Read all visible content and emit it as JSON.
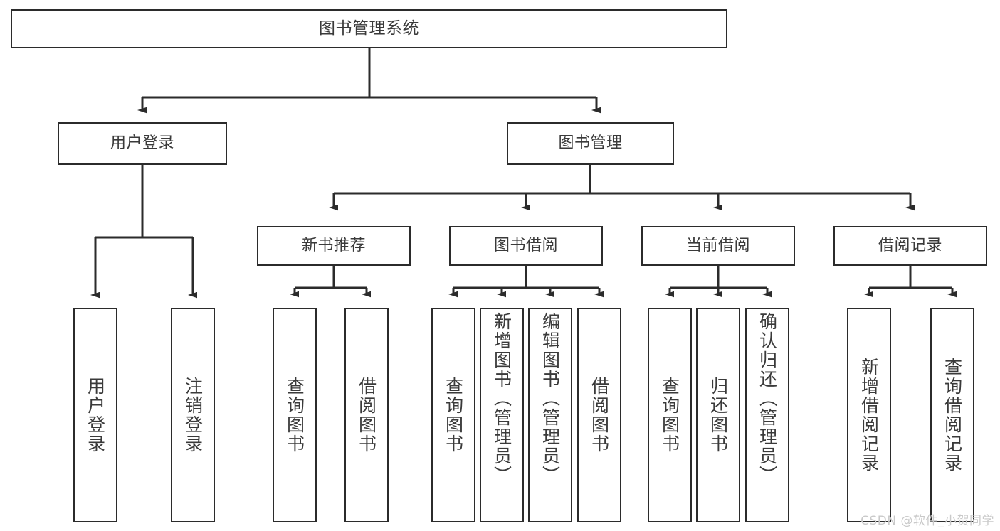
{
  "diagram": {
    "title": "图书管理系统",
    "type": "tree-hierarchy-chart",
    "orientation": "top-down",
    "colors": {
      "background": "#ffffff",
      "node_border": "#2b2b2b",
      "node_fill": "#ffffff",
      "text": "#3a3a3a",
      "edge": "#2b2b2b",
      "watermark": "#c9c9c9"
    }
  },
  "watermark": {
    "text": "CSDN @软件_小贺同学"
  },
  "nodes": {
    "root": {
      "label": "图书管理系统"
    },
    "level2": [
      {
        "id": "user-login",
        "label": "用户登录"
      },
      {
        "id": "book-management",
        "label": "图书管理"
      }
    ],
    "level3": [
      {
        "id": "new-book-recommend",
        "label": "新书推荐"
      },
      {
        "id": "book-borrow",
        "label": "图书借阅"
      },
      {
        "id": "current-borrow",
        "label": "当前借阅"
      },
      {
        "id": "borrow-record",
        "label": "借阅记录"
      }
    ],
    "leaves": {
      "user-login": [
        {
          "id": "leaf-user-login",
          "label": "用户登录"
        },
        {
          "id": "leaf-logout-login",
          "label": "注销登录"
        }
      ],
      "new-book-recommend": [
        {
          "id": "leaf-query-book-1",
          "label": "查询图书"
        },
        {
          "id": "leaf-borrow-book-1",
          "label": "借阅图书"
        }
      ],
      "book-borrow": [
        {
          "id": "leaf-query-book-2",
          "label": "查询图书"
        },
        {
          "id": "leaf-add-book",
          "label": "新增图书（管理员）"
        },
        {
          "id": "leaf-edit-book",
          "label": "编辑图书（管理员）"
        },
        {
          "id": "leaf-borrow-book-2",
          "label": "借阅图书"
        }
      ],
      "current-borrow": [
        {
          "id": "leaf-query-book-3",
          "label": "查询图书"
        },
        {
          "id": "leaf-return-book",
          "label": "归还图书"
        },
        {
          "id": "leaf-confirm-return",
          "label": "确认归还（管理员）"
        }
      ],
      "borrow-record": [
        {
          "id": "leaf-add-record",
          "label": "新增借阅记录"
        },
        {
          "id": "leaf-query-record",
          "label": "查询借阅记录"
        }
      ]
    }
  },
  "edges": [
    {
      "from": "图书管理系统",
      "to": "用户登录"
    },
    {
      "from": "图书管理系统",
      "to": "图书管理"
    },
    {
      "from": "用户登录",
      "to": "用户登录"
    },
    {
      "from": "用户登录",
      "to": "注销登录"
    },
    {
      "from": "图书管理",
      "to": "新书推荐"
    },
    {
      "from": "图书管理",
      "to": "图书借阅"
    },
    {
      "from": "图书管理",
      "to": "当前借阅"
    },
    {
      "from": "图书管理",
      "to": "借阅记录"
    },
    {
      "from": "新书推荐",
      "to": "查询图书"
    },
    {
      "from": "新书推荐",
      "to": "借阅图书"
    },
    {
      "from": "图书借阅",
      "to": "查询图书"
    },
    {
      "from": "图书借阅",
      "to": "新增图书（管理员）"
    },
    {
      "from": "图书借阅",
      "to": "编辑图书（管理员）"
    },
    {
      "from": "图书借阅",
      "to": "借阅图书"
    },
    {
      "from": "当前借阅",
      "to": "查询图书"
    },
    {
      "from": "当前借阅",
      "to": "归还图书"
    },
    {
      "from": "当前借阅",
      "to": "确认归还（管理员）"
    },
    {
      "from": "借阅记录",
      "to": "新增借阅记录"
    },
    {
      "from": "借阅记录",
      "to": "查询借阅记录"
    }
  ]
}
